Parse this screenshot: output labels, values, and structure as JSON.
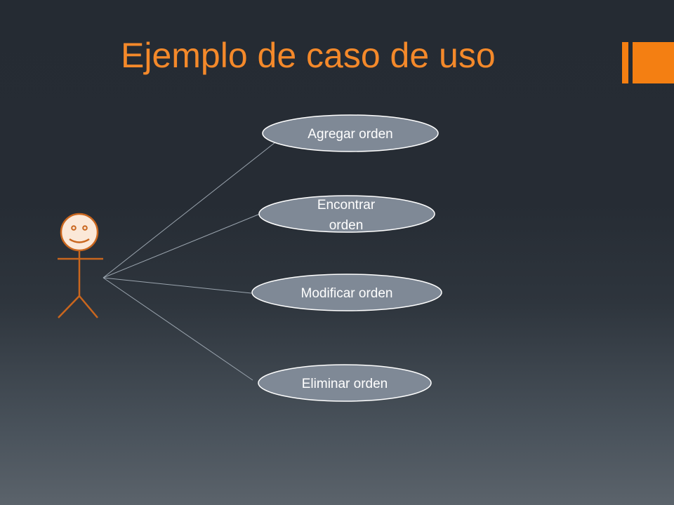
{
  "slide": {
    "title": "Ejemplo de caso de uso"
  },
  "diagram": {
    "use_cases": [
      {
        "lines": [
          "Agregar orden"
        ]
      },
      {
        "lines": [
          "Encontrar",
          "orden"
        ]
      },
      {
        "lines": [
          "Modificar orden"
        ]
      },
      {
        "lines": [
          "Eliminar orden"
        ]
      }
    ]
  },
  "colors": {
    "accent": "#f47f12",
    "title": "#f4892a",
    "actor": "#c9661e",
    "actor_face": "#fbe8d8",
    "use_case_fill": "#7f8996",
    "use_case_stroke": "#ffffff",
    "connector": "#9aa4ae"
  }
}
